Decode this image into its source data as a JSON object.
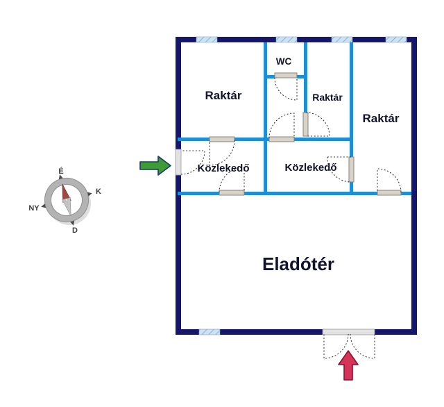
{
  "rooms": {
    "raktar_left": "Raktár",
    "wc": "WC",
    "raktar_middle": "Raktár",
    "raktar_right": "Raktár",
    "kozlekedo_left": "Közlekedő",
    "kozlekedo_right": "Közlekedő",
    "eladoter": "Eladótér"
  },
  "compass": {
    "n": "É",
    "e": "K",
    "s": "D",
    "w": "NY"
  },
  "colors": {
    "outer_wall": "#16166b",
    "inner_wall": "#1e8fd6",
    "window_fill": "#cfe2f2",
    "window_hatch": "#6f9ec7",
    "door_arc": "#3a3a3a",
    "entrance_arrow": "#3f9b35",
    "exit_arrow": "#d63358",
    "label": "#13132e"
  }
}
